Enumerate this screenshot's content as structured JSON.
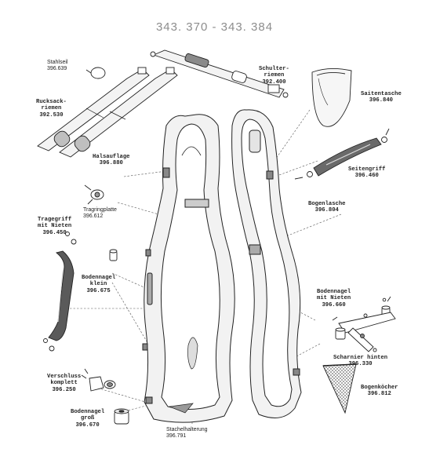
{
  "title": "343. 370  -  343. 384",
  "parts": {
    "stahlseil": {
      "line1": "Stahlseil",
      "line2": "396.639"
    },
    "rucksackriemen": {
      "line1": "Rucksack-",
      "line2": "riemen",
      "line3": "392.530"
    },
    "schulterriemen": {
      "line1": "Schulter-",
      "line2": "riemen",
      "line3": "392.400"
    },
    "saitentasche": {
      "line1": "Saitentasche",
      "line2": "396.840"
    },
    "halsauflage": {
      "line1": "Halsauflage",
      "line2": "396.880"
    },
    "seitengriff": {
      "line1": "Seitengriff",
      "line2": "396.460"
    },
    "tragringplatte": {
      "line1": "Tragringplatte",
      "line2": "396.612"
    },
    "bogenlasche": {
      "line1": "Bogenlasche",
      "line2": "396.804"
    },
    "tragegriff": {
      "line1": "Tragegriff",
      "line2": "mit Nieten",
      "line3": "396.450"
    },
    "bodennagel_klein": {
      "line1": "Bodennagel",
      "line2": "klein",
      "line3": "396.675"
    },
    "bodennagel_nieten": {
      "line1": "Bodennagel",
      "line2": "mit Nieten",
      "line3": "396.660"
    },
    "scharnier": {
      "line1": "Scharnier hinten",
      "line2": "396.330"
    },
    "verschluss": {
      "line1": "Verschluss",
      "line2": "komplett",
      "line3": "396.250"
    },
    "bogenkoecher": {
      "line1": "Bogenköcher",
      "line2": "396.812"
    },
    "bodennagel_gross": {
      "line1": "Bodennagel",
      "line2": "groß",
      "line3": "396.670"
    },
    "stachelhalterung": {
      "line1": "Stachelhalterung",
      "line2": "396.791"
    }
  },
  "colors": {
    "title": "#8d8d8d",
    "ink": "#222222",
    "leader": "#555555"
  }
}
